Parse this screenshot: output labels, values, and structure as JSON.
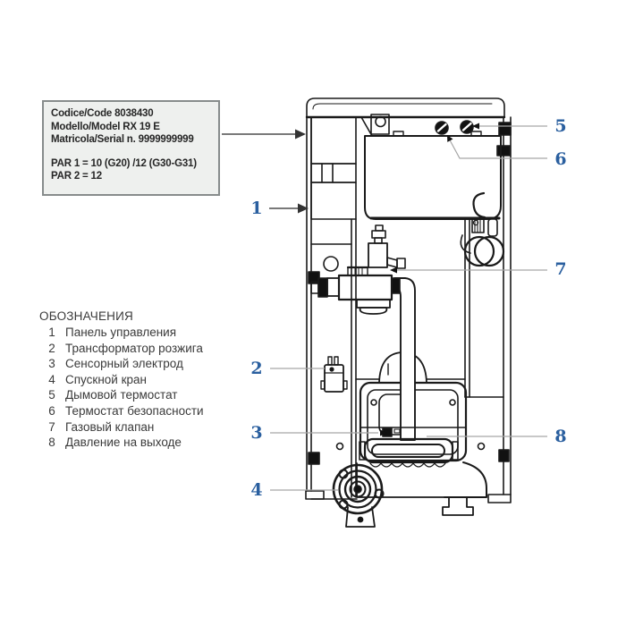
{
  "info_box": {
    "lines": [
      "Codice/Code 8038430",
      "Modello/Model RX 19 E",
      "Matricola/Serial n. 9999999999"
    ],
    "par_lines": [
      "PAR 1 = 10 (G20) /12 (G30-G31)",
      "PAR 2 = 12"
    ]
  },
  "legend": {
    "title": "ОБОЗНАЧЕНИЯ",
    "items": [
      {
        "number": "1",
        "label": "Панель управления"
      },
      {
        "number": "2",
        "label": "Трансформатор розжига"
      },
      {
        "number": "3",
        "label": "Сенсорный электрод"
      },
      {
        "number": "4",
        "label": "Спускной кран"
      },
      {
        "number": "5",
        "label": "Дымовой термостат"
      },
      {
        "number": "6",
        "label": "Термостат безопасности"
      },
      {
        "number": "7",
        "label": "Газовый клапан"
      },
      {
        "number": "8",
        "label": "Давление на выходе"
      }
    ]
  },
  "callouts": [
    "1",
    "2",
    "3",
    "4",
    "5",
    "6",
    "7",
    "8"
  ],
  "colors": {
    "callout_blue": "#2a5f9f",
    "line_art": "#1a1a1a",
    "leader_gray": "#a6a6a6",
    "info_box_bg": "#eef0ee",
    "info_box_border": "#878c8c"
  }
}
